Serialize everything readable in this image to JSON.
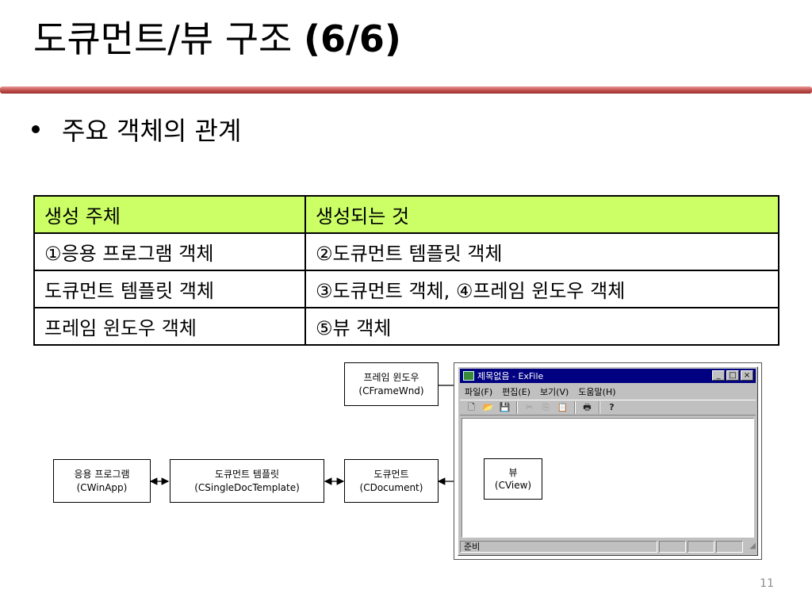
{
  "title": {
    "main": "도큐먼트/뷰 구조 ",
    "bold": "(6/6)"
  },
  "bullet": "주요 객체의 관계",
  "table": {
    "headers": [
      "생성 주체",
      "생성되는 것"
    ],
    "rows": [
      [
        "①응용 프로그램 객체",
        "②도큐먼트 템플릿 객체"
      ],
      [
        "도큐먼트 템플릿 객체",
        "③도큐먼트 객체, ④프레임 윈도우 객체"
      ],
      [
        "프레임 윈도우 객체",
        "⑤뷰 객체"
      ]
    ]
  },
  "diagram": {
    "app": {
      "name": "응용 프로그램",
      "cls": "(CWinApp)"
    },
    "doctemplate": {
      "name": "도큐먼트 템플릿",
      "cls": "(CSingleDocTemplate)"
    },
    "document": {
      "name": "도큐먼트",
      "cls": "(CDocument)"
    },
    "frame": {
      "name": "프레임 윈도우",
      "cls": "(CFrameWnd)"
    },
    "view": {
      "name": "뷰",
      "cls": "(CView)"
    }
  },
  "window": {
    "title": "제목없음 - ExFile",
    "controls": [
      "_",
      "□",
      "×"
    ],
    "menu": [
      "파일(F)",
      "편집(E)",
      "보기(V)",
      "도움말(H)"
    ],
    "status": "준비"
  },
  "page_number": "11"
}
